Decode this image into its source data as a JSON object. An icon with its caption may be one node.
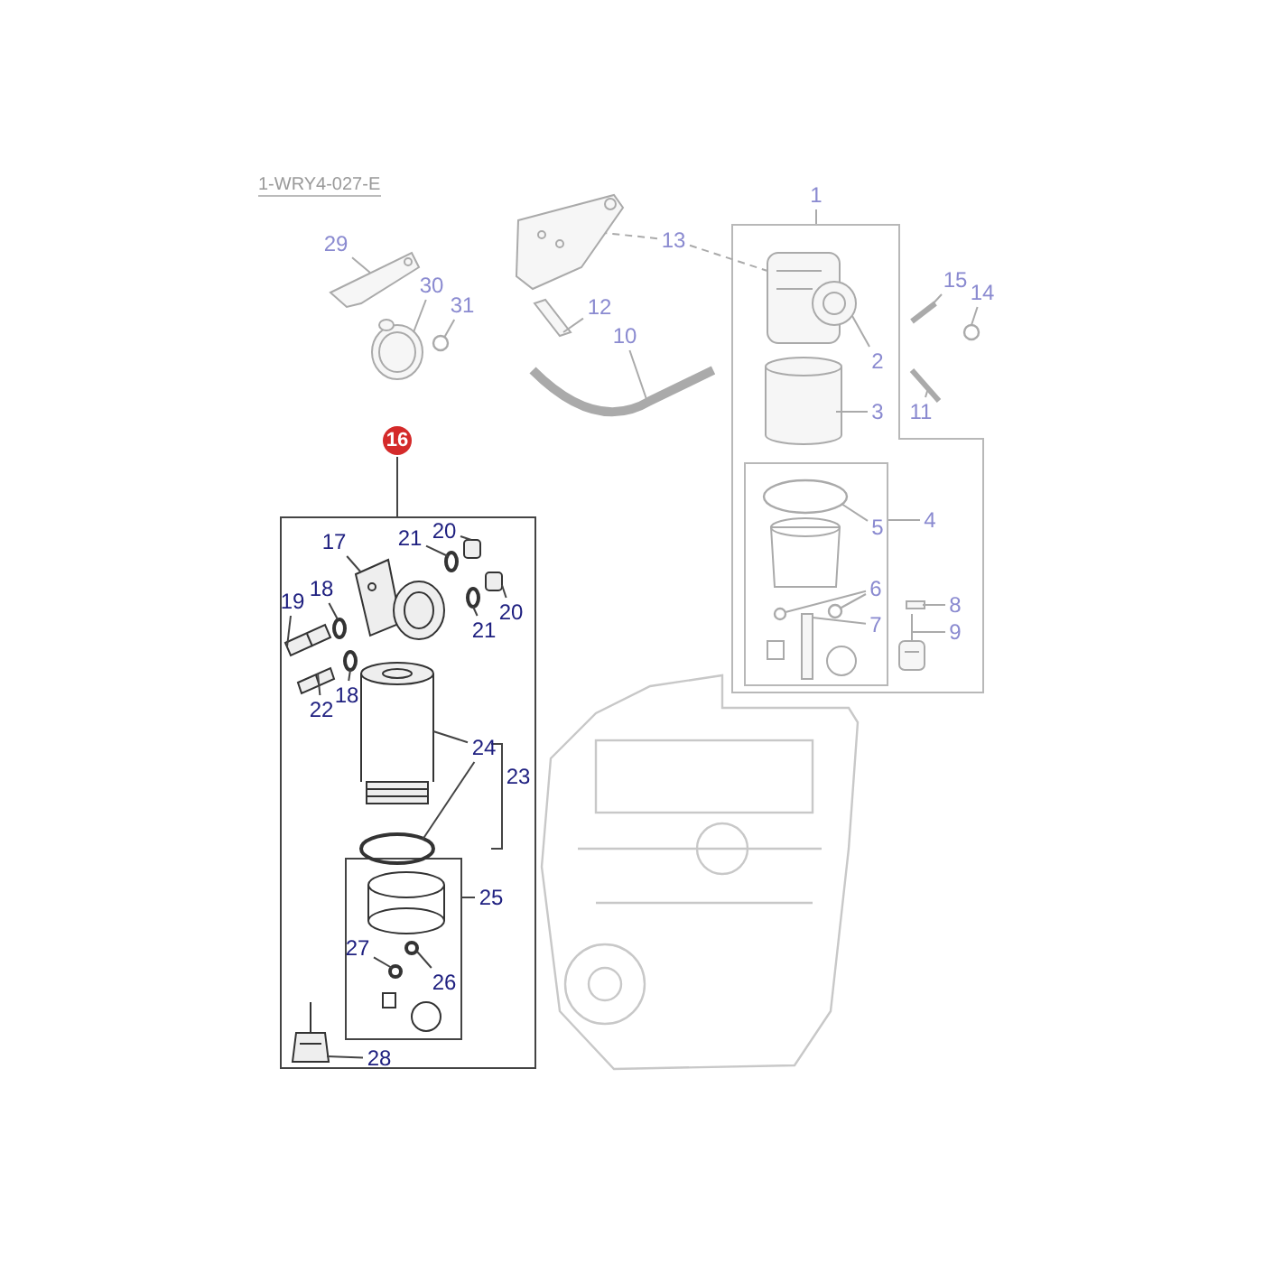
{
  "diagram": {
    "nodes": [
      {
        "text": [
          "1"
        ]
      },
      {
        "text": [],
        "shape": "box"
      },
      {
        "text": [
          "2"
        ],
        "in": 1
      },
      {
        "text": [
          "3"
        ],
        "in": 1
      },
      {
        "text": [
          "4"
        ],
        "in": 1
      },
      {
        "text": [],
        "shape": "box",
        "in": 1
      },
      {
        "text": [
          "5"
        ],
        "in": 5
      },
      {
        "text": [
          "6"
        ],
        "in": 5
      },
      {
        "text": [
          "7"
        ],
        "in": 5
      },
      {
        "text": [
          "8"
        ],
        "in": 1
      },
      {
        "text": [
          "9"
        ],
        "in": 1
      },
      {
        "text": [
          "10"
        ]
      },
      {
        "text": [
          "11"
        ]
      },
      {
        "text": [
          "12"
        ]
      },
      {
        "text": [
          "13"
        ]
      },
      {
        "text": [
          "14"
        ]
      },
      {
        "text": [
          "15"
        ]
      },
      {
        "text": [
          "16"
        ]
      },
      {
        "text": [],
        "shape": "box"
      },
      {
        "text": [
          "17"
        ],
        "in": 18
      },
      {
        "text": [
          "18"
        ],
        "in": 18
      },
      {
        "text": [
          "18"
        ],
        "in": 18
      },
      {
        "text": [
          "19"
        ],
        "in": 18
      },
      {
        "text": [
          "20"
        ],
        "in": 18
      },
      {
        "text": [
          "20"
        ],
        "in": 18
      },
      {
        "text": [
          "21"
        ],
        "in": 18
      },
      {
        "text": [
          "21"
        ],
        "in": 18
      },
      {
        "text": [
          "22"
        ],
        "in": 18
      },
      {
        "text": [
          "23"
        ],
        "in": 18
      },
      {
        "text": [
          "24"
        ],
        "in": 18
      },
      {
        "text": [
          "25"
        ],
        "in": 18
      },
      {
        "text": [],
        "shape": "box",
        "in": 18
      },
      {
        "text": [
          "26"
        ],
        "in": 31
      },
      {
        "text": [
          "27"
        ],
        "in": 31
      },
      {
        "text": [
          "28"
        ],
        "in": 18
      },
      {
        "text": [
          "29"
        ]
      },
      {
        "text": [
          "30"
        ]
      },
      {
        "text": [
          "31"
        ]
      },
      {
        "text": [],
        "shape": "picture",
        "in": 1
      },
      {
        "text": [],
        "shape": "cylinder",
        "in": 1
      },
      {
        "text": [],
        "shape": "circle",
        "in": 5
      },
      {
        "text": [],
        "shape": "circle",
        "in": 5
      },
      {
        "text": [],
        "shape": "circle",
        "in": 5
      },
      {
        "text": [],
        "shape": "bar",
        "in": 5
      },
      {
        "text": [],
        "shape": "bar",
        "in": 1
      },
      {
        "text": [],
        "shape": "picture",
        "in": 1
      },
      {
        "text": [],
        "shape": "picture"
      },
      {
        "text": [],
        "shape": "bar"
      },
      {
        "text": [],
        "shape": "picture"
      },
      {
        "text": [],
        "shape": "picture"
      },
      {
        "text": [],
        "shape": "circle"
      },
      {
        "text": [],
        "shape": "bar"
      },
      {
        "text": [],
        "shape": "picture",
        "in": 18
      },
      {
        "text": [],
        "shape": "circle",
        "in": 18
      },
      {
        "text": [],
        "shape": "circle",
        "in": 18
      },
      {
        "text": [],
        "shape": "picture",
        "in": 18
      },
      {
        "text": [],
        "shape": "box",
        "in": 18
      },
      {
        "text": [],
        "shape": "box",
        "in": 18
      },
      {
        "text": [],
        "shape": "circle",
        "in": 18
      },
      {
        "text": [],
        "shape": "circle",
        "in": 18
      },
      {
        "text": [],
        "shape": "picture",
        "in": 18
      },
      {
        "text": [],
        "shape": "picture",
        "in": 18
      },
      {
        "text": [],
        "shape": "circle",
        "in": 18
      },
      {
        "text": [],
        "shape": "circle",
        "in": 31
      },
      {
        "text": [],
        "shape": "circle",
        "in": 31
      },
      {
        "text": [],
        "shape": "picture",
        "in": 18
      },
      {
        "text": [],
        "shape": "picture"
      },
      {
        "text": [],
        "shape": "picture"
      },
      {
        "text": [],
        "shape": "circle"
      }
    ],
    "edges": [
      {
        "from": 0,
        "to": 1,
        "arrow": "none"
      },
      {
        "from": 2,
        "to": 38,
        "arrow": "none"
      },
      {
        "from": 3,
        "to": 39,
        "arrow": "none"
      },
      {
        "from": 4,
        "to": 5,
        "arrow": "none"
      },
      {
        "from": 6,
        "to": 40,
        "arrow": "none"
      },
      {
        "from": 7,
        "to": 41,
        "arrow": "none"
      },
      {
        "from": 7,
        "to": 42,
        "arrow": "none"
      },
      {
        "from": 8,
        "to": 43,
        "arrow": "none"
      },
      {
        "from": 9,
        "to": 44,
        "arrow": "none"
      },
      {
        "from": 10,
        "to": 45,
        "arrow": "none"
      },
      {
        "from": 11,
        "to": 46,
        "arrow": "none"
      },
      {
        "from": 12,
        "to": 51,
        "arrow": "none"
      },
      {
        "from": 13,
        "to": 48,
        "arrow": "none"
      },
      {
        "from": 14,
        "to": 49,
        "arrow": "none",
        "style": "dashed"
      },
      {
        "from": 14,
        "to": 38,
        "arrow": "none",
        "style": "dashed"
      },
      {
        "from": 15,
        "to": 50,
        "arrow": "none"
      },
      {
        "from": 16,
        "to": 47,
        "arrow": "none"
      },
      {
        "from": 17,
        "to": 18,
        "arrow": "none",
        "color": "#444444"
      },
      {
        "from": 19,
        "to": 52,
        "arrow": "none",
        "color": "#444444"
      },
      {
        "from": 20,
        "to": 53,
        "arrow": "none",
        "color": "#444444"
      },
      {
        "from": 21,
        "to": 54,
        "arrow": "none",
        "color": "#444444"
      },
      {
        "from": 22,
        "to": 55,
        "arrow": "none",
        "color": "#444444"
      },
      {
        "from": 23,
        "to": 56,
        "arrow": "none",
        "color": "#444444"
      },
      {
        "from": 24,
        "to": 57,
        "arrow": "none",
        "color": "#444444"
      },
      {
        "from": 25,
        "to": 58,
        "arrow": "none",
        "color": "#444444"
      },
      {
        "from": 26,
        "to": 59,
        "arrow": "none",
        "color": "#444444"
      },
      {
        "from": 27,
        "to": 60,
        "arrow": "none",
        "color": "#444444"
      },
      {
        "from": 28,
        "to": null,
        "arrow": "none",
        "color": "#444444"
      },
      {
        "from": 29,
        "to": 61,
        "arrow": "none",
        "color": "#444444"
      },
      {
        "from": 29,
        "to": 62,
        "arrow": "none",
        "color": "#444444"
      },
      {
        "from": 30,
        "to": 31,
        "arrow": "none",
        "color": "#444444"
      },
      {
        "from": 32,
        "to": 63,
        "arrow": "none",
        "color": "#444444"
      },
      {
        "from": 33,
        "to": 64,
        "arrow": "none",
        "color": "#444444"
      },
      {
        "from": 34,
        "to": 65,
        "arrow": "none",
        "color": "#444444"
      },
      {
        "from": 35,
        "to": 66,
        "arrow": "none"
      },
      {
        "from": 36,
        "to": 67,
        "arrow": "none"
      },
      {
        "from": 37,
        "to": 68,
        "arrow": "none"
      }
    ],
    "labels": [
      "1-WRY4-027-E"
    ]
  }
}
